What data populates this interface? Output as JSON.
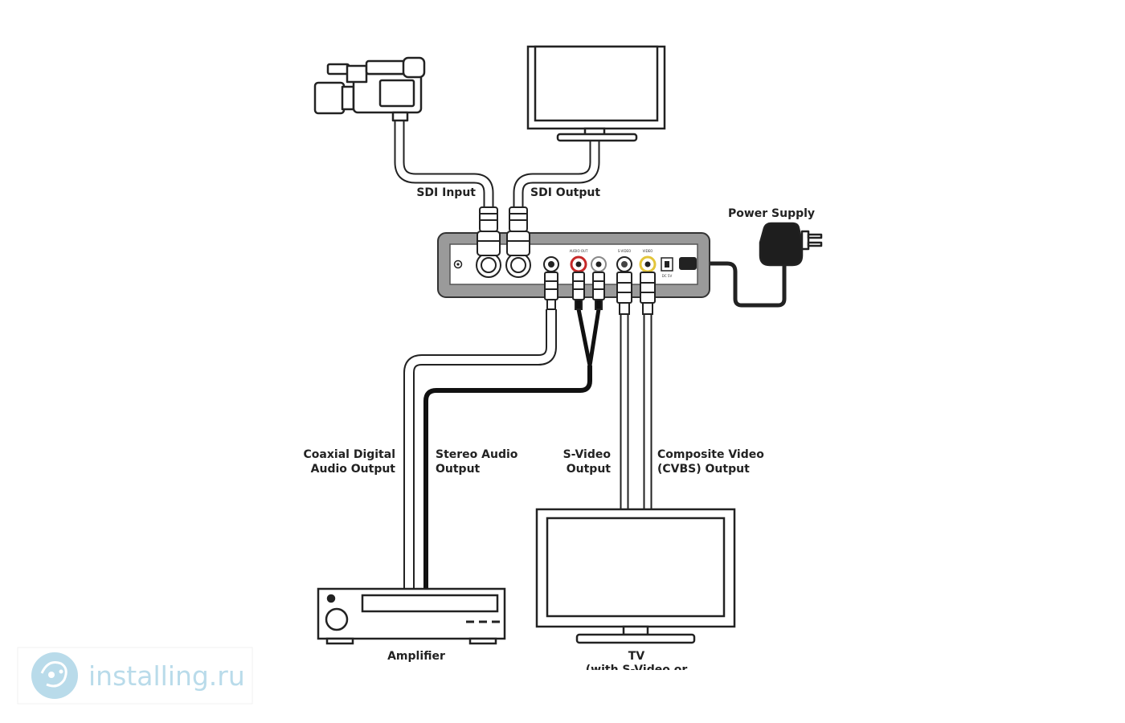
{
  "labels": {
    "sdi_input": "SDI Input",
    "sdi_output": "SDI Output",
    "power_supply": "Power Supply",
    "coaxial_line1": "Coaxial Digital",
    "coaxial_line2": "Audio Output",
    "stereo_line1": "Stereo Audio",
    "stereo_line2": "Output",
    "svideo_line1": "S-Video",
    "svideo_line2": "Output",
    "composite_line1": "Composite Video",
    "composite_line2": "(CVBS) Output",
    "amplifier": "Amplifier",
    "tv_line1": "TV",
    "tv_line2": "(with S-Video or"
  },
  "port_labels": {
    "audio_out": "AUDIO OUT",
    "s_video": "S-VIDEO",
    "video": "VIDEO",
    "dc_in": "DC 5V"
  },
  "watermark": {
    "text": "installing.ru"
  },
  "colors": {
    "outline": "#222222",
    "cable_fill": "#ffffff",
    "stereo_cable": "#111111",
    "device_gray": "#9a9a9a",
    "audio_red": "#c62828",
    "video_yellow": "#e3c53a",
    "watermark": "#b9dbea"
  }
}
